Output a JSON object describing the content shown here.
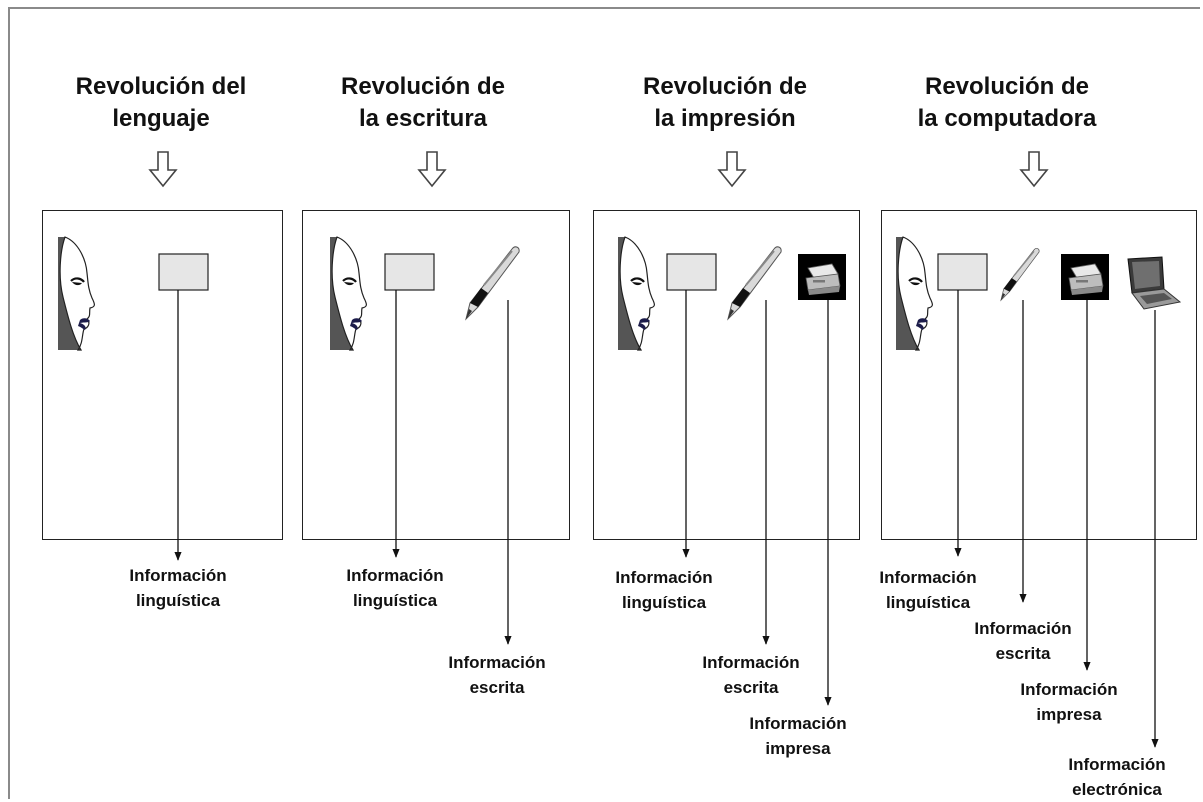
{
  "colors": {
    "lip": "#1c1c4a",
    "box_fill": "#e6e6e6",
    "line": "#111111"
  },
  "icons": [
    "face-profile-icon",
    "speech-box-icon",
    "pen-icon",
    "printer-icon",
    "laptop-icon",
    "down-arrow-icon"
  ],
  "columns": [
    {
      "title": "Revolución del\nlenguaje",
      "labels": [
        "Información\nlinguística"
      ]
    },
    {
      "title": "Revolución de\nla escritura",
      "labels": [
        "Información\nlinguística",
        "Información\nescrita"
      ]
    },
    {
      "title": "Revolución de\nla impresión",
      "labels": [
        "Información\nlinguística",
        "Información\nescrita",
        "Información\nimpresa"
      ]
    },
    {
      "title": "Revolución de\nla computadora",
      "labels": [
        "Información\nlinguística",
        "Información\nescrita",
        "Información\nimpresa",
        "Información\nelectrónica"
      ]
    }
  ]
}
